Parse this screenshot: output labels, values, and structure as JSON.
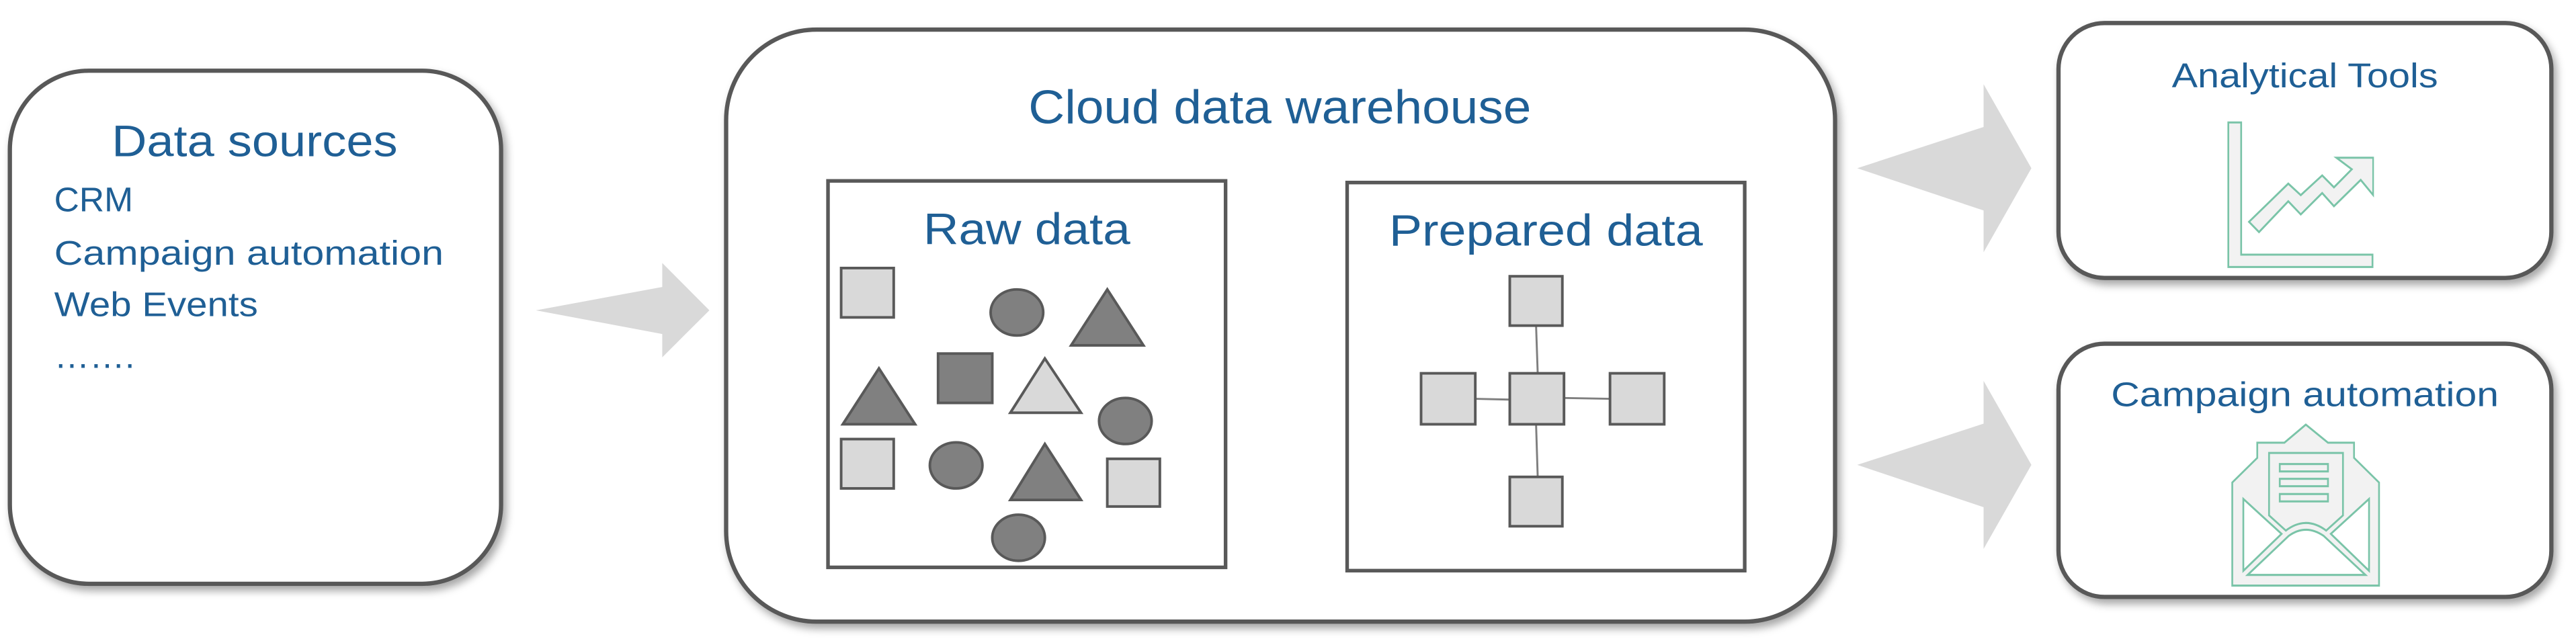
{
  "colors": {
    "text": "#1f5f95",
    "box_border": "#595959",
    "arrow": "#d9d9d9",
    "shape_light": "#d9d9d9",
    "shape_dark": "#808080",
    "icon_stroke": "#7ac4a8",
    "icon_fill": "#f2f2f2"
  },
  "sources": {
    "title": "Data sources",
    "items": [
      "CRM",
      "Campaign automation",
      "Web Events",
      "……."
    ]
  },
  "warehouse": {
    "title": "Cloud data warehouse",
    "raw": {
      "title": "Raw data"
    },
    "prepared": {
      "title": "Prepared data"
    }
  },
  "outputs": [
    {
      "title": "Analytical Tools",
      "icon": "trending-chart-icon"
    },
    {
      "title": "Campaign automation",
      "icon": "open-envelope-icon"
    }
  ]
}
